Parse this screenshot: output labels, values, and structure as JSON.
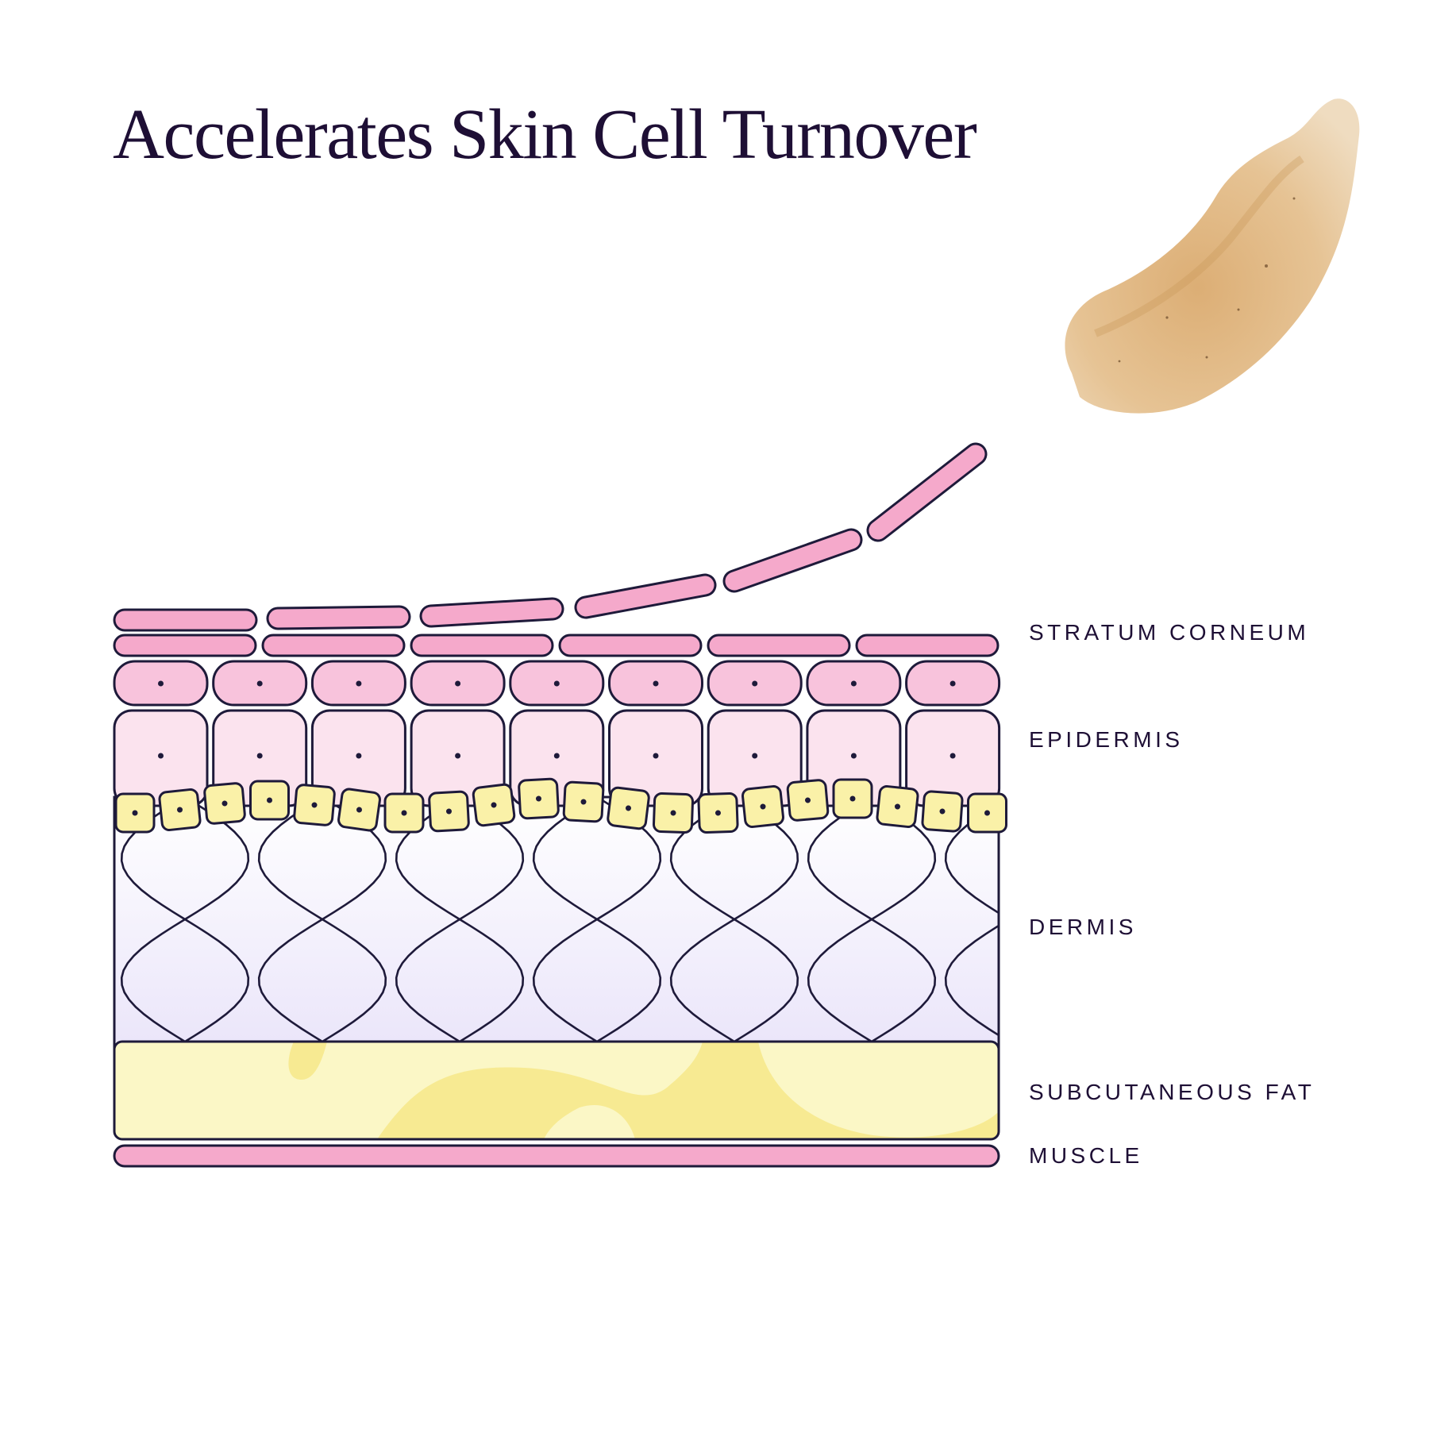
{
  "title": "Accelerates Skin Cell Turnover",
  "labels": {
    "stratum_corneum": "STRATUM CORNEUM",
    "epidermis": "EPIDERMIS",
    "dermis": "DERMIS",
    "subcutaneous_fat": "SUBCUTANEOUS FAT",
    "muscle": "MUSCLE"
  },
  "colors": {
    "outline": "#1e1a3a",
    "corneum": "#f5a9cb",
    "granular": "#f8c3dc",
    "spinous": "#fbe3ee",
    "basal": "#faf1a8",
    "dermis_top": "#ffffff",
    "dermis_bottom": "#ebe6fa",
    "fat_light": "#fbf7c6",
    "fat_dark": "#f7ea92",
    "muscle": "#f5a9cb",
    "text": "#1e0f35"
  },
  "icons": {
    "product_swatch": "exfoliant-swatch-icon"
  }
}
